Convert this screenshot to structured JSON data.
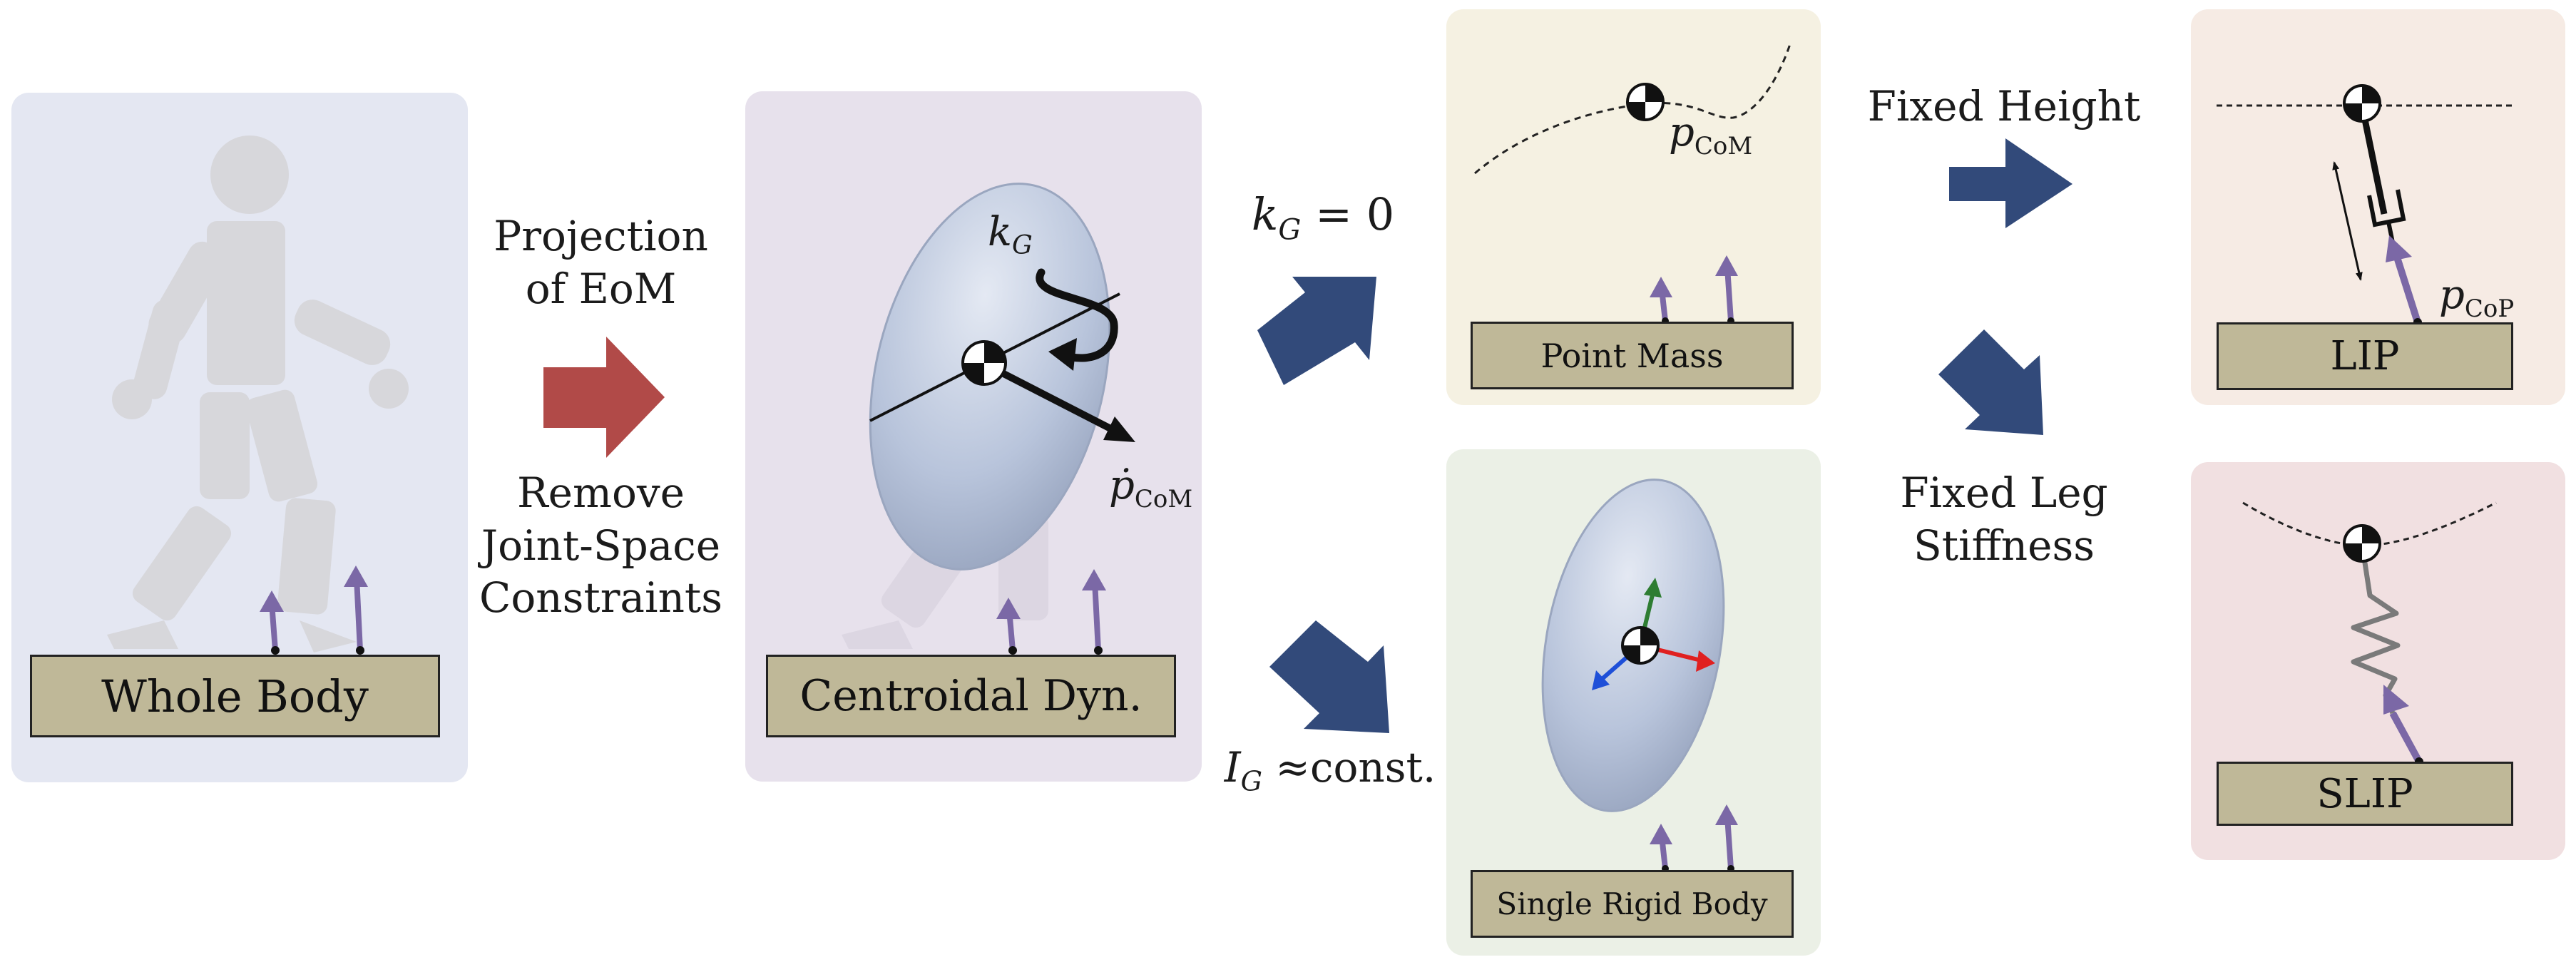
{
  "panels": {
    "whole_body": {
      "label": "Whole Body",
      "bg": "#e4e7f2"
    },
    "centroidal": {
      "label": "Centroidal Dyn.",
      "bg": "#e7e1ec"
    },
    "point_mass": {
      "label": "Point Mass",
      "bg": "#f5f1e2"
    },
    "single_rigid_body": {
      "label": "Single Rigid Body",
      "bg": "#ebf0e6"
    },
    "lip": {
      "label": "LIP",
      "bg": "#f6ebe4"
    },
    "slip": {
      "label": "SLIP",
      "bg": "#f1e0e1"
    }
  },
  "transitions": {
    "projection": {
      "top_lines": [
        "Projection",
        "of EoM"
      ],
      "bottom_lines": [
        "Remove",
        "Joint-Space",
        "Constraints"
      ],
      "color": "#b14a48"
    },
    "kg_zero": {
      "symbol": "k",
      "subscript": "G",
      "rest": " = 0",
      "color": "#324a7a"
    },
    "ig_const": {
      "symbol": "I",
      "subscript": "G",
      "rest": " ≈const.",
      "color": "#324a7a"
    },
    "fixed_height": {
      "label": "Fixed Height",
      "color": "#324a7a"
    },
    "fixed_leg_stiffness": {
      "lines": [
        "Fixed Leg",
        "Stiffness"
      ],
      "color": "#324a7a"
    }
  },
  "annotations": {
    "kg": {
      "symbol": "k",
      "subscript": "G"
    },
    "pdot_com": {
      "symbol": "ṗ",
      "subscript": "CoM"
    },
    "p_com": {
      "symbol": "p",
      "subscript": "CoM"
    },
    "p_cop": {
      "symbol": "p",
      "subscript": "CoP"
    }
  },
  "colors": {
    "force_arrow": "#7b68a6",
    "model_arrow": "#324a7a",
    "projection_arrow": "#b14a48",
    "ellipsoid": "#b3bed8",
    "ground_label": "#bfb898",
    "axis_x": "#e02020",
    "axis_y": "#2e7d32",
    "axis_z": "#1e4fd8"
  }
}
